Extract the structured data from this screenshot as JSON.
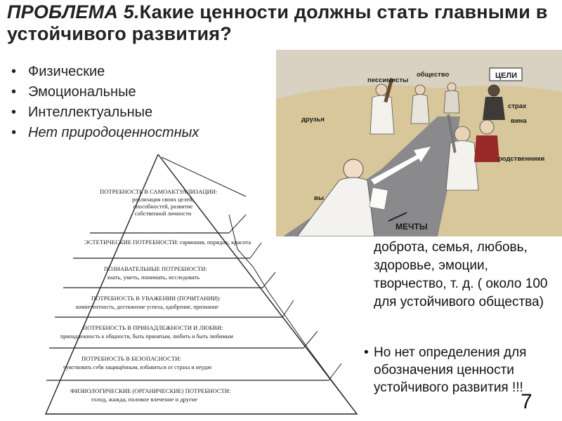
{
  "slide": {
    "title_lead": "ПРОБЛЕМА 5.",
    "title_rest": "Какие ценности должны стать главными в  устойчивого развития?",
    "page_number": "7"
  },
  "bullets": [
    {
      "text": "Физические"
    },
    {
      "text": "Эмоциональные"
    },
    {
      "text": "Интеллектуальные"
    },
    {
      "text": "Нет природоценностных"
    }
  ],
  "values_text": "доброта,  семья, любовь, здоровье, эмоции, творчество, т. д.  ( около 100  для устойчивого общества)",
  "no_definition_text": "Но нет определения для  обозначения ценности  устойчивого развития !!!",
  "cartoon": {
    "labels": {
      "society": "общество",
      "pessimists": "пессимисты",
      "goals": "ЦЕЛИ",
      "friends": "друзья",
      "fear": "страх",
      "guilt": "вина",
      "relatives": "родственники",
      "you": "вы",
      "dreams": "МЕЧТЫ"
    },
    "colors": {
      "sky": "#d9d2c2",
      "field": "#d8c79a",
      "road": "#8a8a8c",
      "arrow": "#ffffff"
    }
  },
  "pyramid": {
    "levels": [
      {
        "heading": "ПОТРЕБНОСТЬ В САМОАКТУАЛИЗАЦИИ:",
        "detail": "реализация своих целей, способностей, развитие собственной личности"
      },
      {
        "heading": "ЭСТЕТИЧЕСКИЕ ПОТРЕБНОСТИ:",
        "detail": "гармония, порядок, красота"
      },
      {
        "heading": "ПОЗНАВАТЕЛЬНЫЕ ПОТРЕБНОСТИ:",
        "detail": "знать, уметь, понимать, исследовать"
      },
      {
        "heading": "ПОТРЕБНОСТЬ В УВАЖЕНИИ (ПОЧИТАНИИ):",
        "detail": "компетентность, достижение успеха, одобрение, признание"
      },
      {
        "heading": "ПОТРЕБНОСТЬ В ПРИНАДЛЕЖНОСТИ И ЛЮБВИ:",
        "detail": "принадлежность к общности, быть принятым, любить и быть любимым"
      },
      {
        "heading": "ПОТРЕБНОСТЬ В БЕЗОПАСНОСТИ:",
        "detail": "чувствовать себя защищённым, избавиться от страха и неудач"
      },
      {
        "heading": "ФИЗИОЛОГИЧЕСКИЕ (ОРГАНИЧЕСКИЕ) ПОТРЕБНОСТИ:",
        "detail": "голод, жажда, половое влечение и другие"
      }
    ]
  }
}
